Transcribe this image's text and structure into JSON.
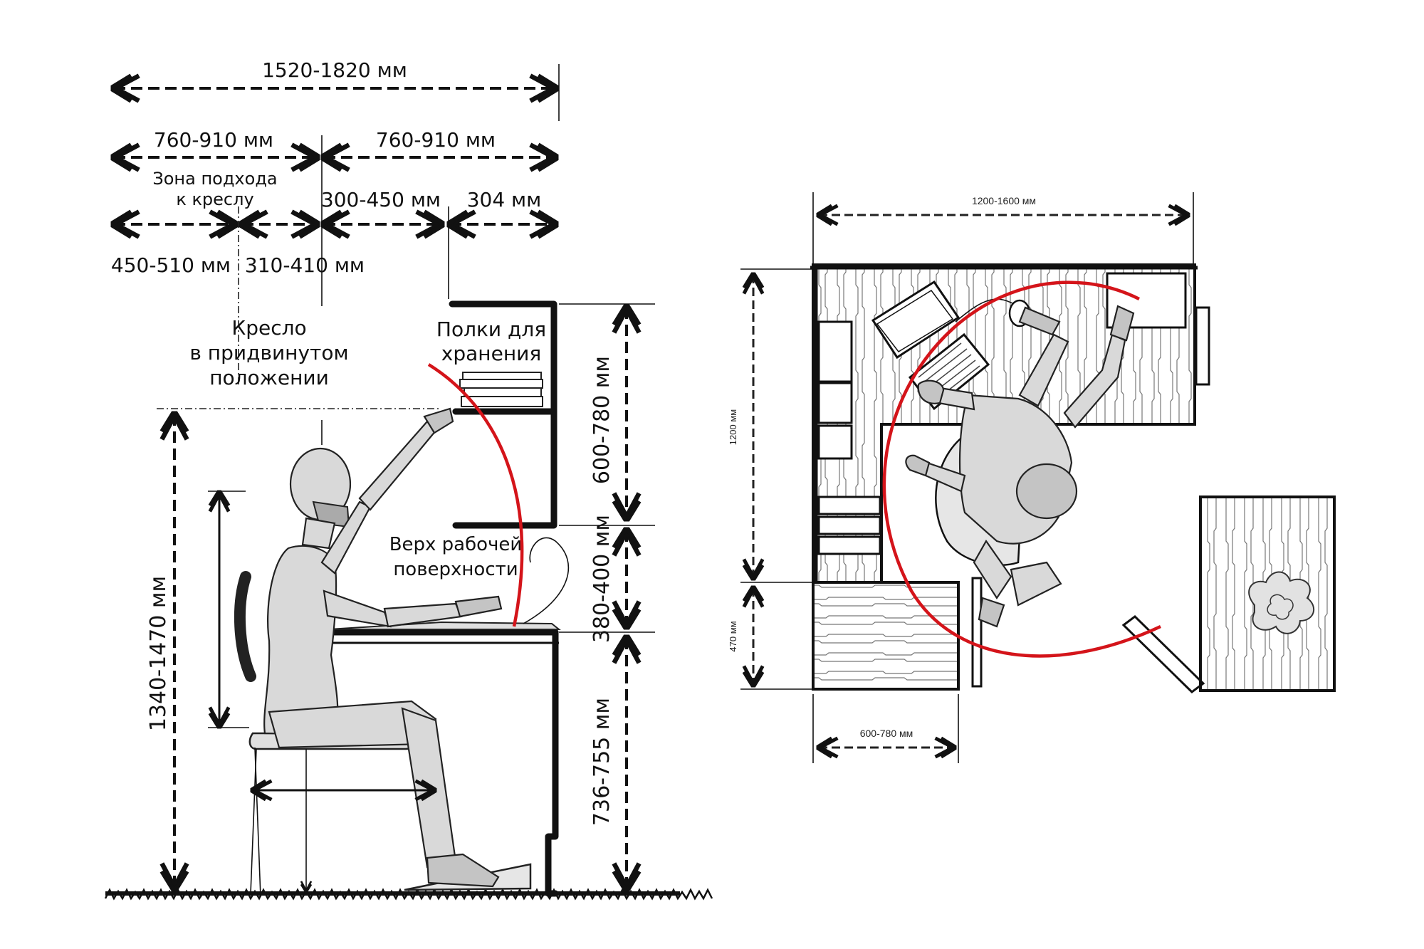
{
  "side_view": {
    "dim_total": "1520-1820 мм",
    "dim_left": "760-910 мм",
    "dim_right": "760-910 мм",
    "zone_label_line1": "Зона подхода",
    "zone_label_line2": "к креслу",
    "dim_shelf_reach": "300-450 мм",
    "dim_shelf_depth": "304 мм",
    "dim_approach": "450-510 мм",
    "dim_chair": "310-410 мм",
    "chair_label_line1": "Кресло",
    "chair_label_line2": "в придвинутом",
    "chair_label_line3": "положении",
    "shelves_label_line1": "Полки для",
    "shelves_label_line2": "хранения",
    "worktop_label_line1": "Верх рабочей",
    "worktop_label_line2": "поверхности",
    "dim_shelf_height": "600-780 мм",
    "dim_gap": "380-400 мм",
    "dim_desk_height": "736-755 мм",
    "dim_reach_height": "1340-1470 мм"
  },
  "plan_view": {
    "dim_width": "1200-1600 мм",
    "dim_depth": "1200 мм",
    "dim_side": "470 мм",
    "dim_bottom": "600-780 мм"
  },
  "colors": {
    "line": "#111111",
    "reach_arc": "#d4141a",
    "figure_fill": "#d9d9d9"
  }
}
